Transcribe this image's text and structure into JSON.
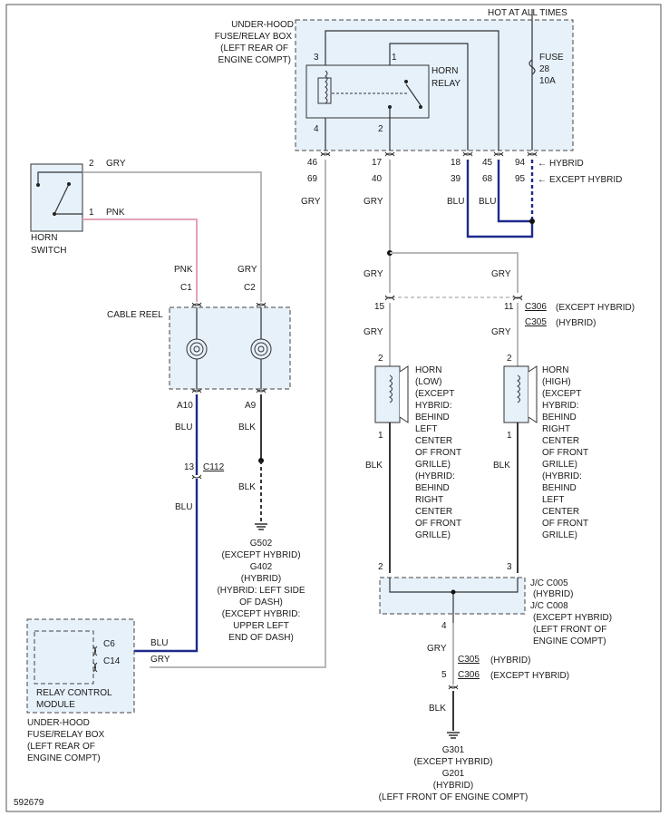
{
  "labels": {
    "hot_at_all_times": "HOT AT ALL TIMES",
    "underhood_box": [
      "UNDER-HOOD",
      "FUSE/RELAY BOX",
      "(LEFT REAR OF",
      "ENGINE COMPT)"
    ],
    "fuse": [
      "FUSE",
      "28",
      "10A"
    ],
    "horn_relay": [
      "HORN",
      "RELAY"
    ],
    "hybrid": "HYBRID",
    "except_hybrid": "EXCEPT HYBRID",
    "horn_switch": [
      "HORN",
      "SWITCH"
    ],
    "cable_reel": "CABLE REEL",
    "g502": [
      "G502",
      "(EXCEPT HYBRID)",
      "G402",
      "(HYBRID)",
      "(HYBRID: LEFT SIDE",
      "OF DASH)",
      "(EXCEPT HYBRID:",
      "UPPER LEFT",
      "END OF DASH)"
    ],
    "relay_control_module": [
      "RELAY CONTROL",
      "MODULE"
    ],
    "underhood_box_bottom": [
      "UNDER-HOOD",
      "FUSE/RELAY BOX",
      "(LEFT REAR OF",
      "ENGINE COMPT)"
    ],
    "horn_low": [
      "HORN",
      "(LOW)",
      "(EXCEPT",
      "HYBRID:",
      "BEHIND",
      "LEFT",
      "CENTER",
      "OF FRONT",
      "GRILLE)",
      "(HYBRID:",
      "BEHIND",
      "RIGHT",
      "CENTER",
      "OF FRONT",
      "GRILLE)"
    ],
    "horn_high": [
      "HORN",
      "(HIGH)",
      "(EXCEPT",
      "HYBRID:",
      "BEHIND",
      "RIGHT",
      "CENTER",
      "OF FRONT",
      "GRILLE)",
      "(HYBRID:",
      "BEHIND",
      "LEFT",
      "CENTER",
      "OF FRONT",
      "GRILLE)"
    ],
    "jc_label": [
      "J/C C005",
      "(HYBRID)",
      "J/C C008",
      "(EXCEPT HYBRID)",
      "(LEFT FRONT OF",
      "ENGINE COMPT)"
    ],
    "g301": [
      "G301",
      "(EXCEPT HYBRID)",
      "G201",
      "(HYBRID)",
      "(LEFT FRONT OF ENGINE COMPT)"
    ],
    "c306_top": "C306",
    "c306_top_note": "(EXCEPT HYBRID)",
    "c305_top": "C305",
    "c305_top_note": "(HYBRID)",
    "c305_bottom": "C305",
    "c305_bottom_note": "(HYBRID)",
    "c306_bottom": "C306",
    "c306_bottom_note": "(EXCEPT HYBRID)",
    "c112": "C112",
    "figure_number": "592679"
  },
  "pins": {
    "relay_3": "3",
    "relay_1": "1",
    "relay_4": "4",
    "relay_2": "2",
    "box_46": "46",
    "box_69": "69",
    "box_17": "17",
    "box_40": "40",
    "box_18": "18",
    "box_39": "39",
    "box_45": "45",
    "box_68": "68",
    "box_94": "94",
    "box_95": "95",
    "sw_2": "2",
    "sw_1": "1",
    "reel_c1": "C1",
    "reel_c2": "C2",
    "reel_a10": "A10",
    "reel_a9": "A9",
    "c112_13": "13",
    "rcm_c6": "C6",
    "rcm_c14": "C14",
    "c306_15": "15",
    "c306_11": "11",
    "hlow_2": "2",
    "hlow_1": "1",
    "hhigh_2": "2",
    "hhigh_1": "1",
    "jc_2": "2",
    "jc_3": "3",
    "jc_4": "4",
    "c305_5": "5"
  },
  "wires": {
    "gry": "GRY",
    "pnk": "PNK",
    "blu": "BLU",
    "blk": "BLK"
  },
  "colors": {
    "gry": "#b8b8b8",
    "pnk": "#e3a3b4",
    "blu": "#1c2a8c",
    "blk": "#222222",
    "box_fill": "#e6f1fa"
  }
}
